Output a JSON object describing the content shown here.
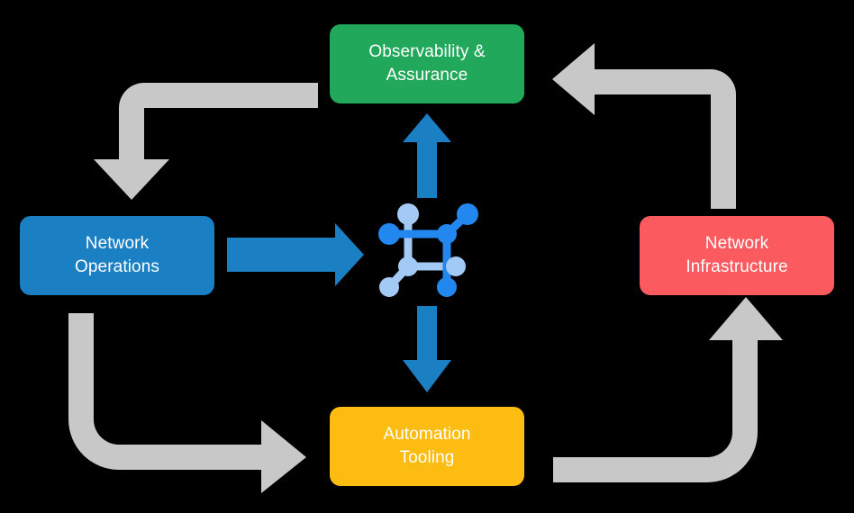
{
  "diagram": {
    "title": "Network automation lifecycle cycle",
    "background_color": "#000000",
    "nodes": [
      {
        "id": "observability",
        "label": "Observability &\nAssurance",
        "color": "#22a85a",
        "text_color": "#ffffff",
        "position": "top"
      },
      {
        "id": "operations",
        "label": "Network\nOperations",
        "color": "#1b7fc4",
        "text_color": "#ffffff",
        "position": "left"
      },
      {
        "id": "infrastructure",
        "label": "Network\nInfrastructure",
        "color": "#fb5a5e",
        "text_color": "#ffffff",
        "position": "right"
      },
      {
        "id": "automation",
        "label": "Automation\nTooling",
        "color": "#fdbc12",
        "text_color": "#ffffff",
        "position": "bottom"
      }
    ],
    "center_icon": {
      "name": "network-topology-icon",
      "color_dark": "#2288f0",
      "color_light": "#a3c9f5"
    },
    "flow_arrows": [
      {
        "id": "observability-to-operations",
        "from": "observability",
        "to": "operations",
        "color": "#c8c8c8",
        "style": "elbow",
        "direction": "down"
      },
      {
        "id": "infrastructure-to-observability",
        "from": "infrastructure",
        "to": "observability",
        "color": "#c8c8c8",
        "style": "elbow",
        "direction": "left"
      },
      {
        "id": "operations-to-automation",
        "from": "operations",
        "to": "automation",
        "color": "#c8c8c8",
        "style": "elbow",
        "direction": "right"
      },
      {
        "id": "automation-to-infrastructure",
        "from": "automation",
        "to": "infrastructure",
        "color": "#c8c8c8",
        "style": "elbow",
        "direction": "up"
      }
    ],
    "center_arrows": [
      {
        "id": "operations-to-center",
        "from": "operations",
        "to": "center_icon",
        "color": "#1b7fc4",
        "direction": "right"
      },
      {
        "id": "center-to-observability",
        "from": "center_icon",
        "to": "observability",
        "color": "#1b7fc4",
        "direction": "up"
      },
      {
        "id": "center-to-automation",
        "from": "center_icon",
        "to": "automation",
        "color": "#1b7fc4",
        "direction": "down"
      }
    ]
  }
}
